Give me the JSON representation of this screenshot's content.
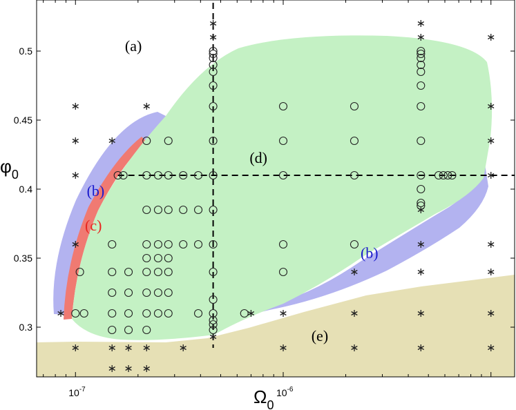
{
  "chart_data": {
    "type": "scatter",
    "title": "",
    "xlabel": "Ω",
    "xlabel_sub": "0",
    "ylabel": "φ",
    "ylabel_sub": "0",
    "x_scale": "log",
    "xlim": [
      6.5e-08,
      1.3e-05
    ],
    "ylim": [
      0.264,
      0.537
    ],
    "grid": false,
    "x_ticks": [
      {
        "value": 1e-07,
        "base": "10",
        "exp": "-7"
      },
      {
        "value": 1e-06,
        "base": "10",
        "exp": "-6"
      }
    ],
    "y_ticks": [
      {
        "value": 0.3,
        "label": "0.3"
      },
      {
        "value": 0.35,
        "label": "0.35"
      },
      {
        "value": 0.4,
        "label": "0.4"
      },
      {
        "value": 0.45,
        "label": "0.45"
      },
      {
        "value": 0.5,
        "label": "0.5"
      }
    ],
    "region_labels": [
      {
        "text": "(a)",
        "x": 1.9e-07,
        "y": 0.5,
        "color": "#000000"
      },
      {
        "text": "(b)",
        "x": 1.25e-07,
        "y": 0.395,
        "color": "#1a1acc"
      },
      {
        "text": "(b)",
        "x": 2.6e-06,
        "y": 0.35,
        "color": "#1a1acc"
      },
      {
        "text": "(c)",
        "x": 1.22e-07,
        "y": 0.37,
        "color": "#e8251f"
      },
      {
        "text": "(d)",
        "x": 7.6e-07,
        "y": 0.419,
        "color": "#000000"
      },
      {
        "text": "(e)",
        "x": 1.5e-06,
        "y": 0.29,
        "color": "#000000"
      }
    ],
    "dashed_lines": [
      {
        "orientation": "vertical",
        "value": 4.6e-07,
        "range": [
          0.285,
          0.535
        ]
      },
      {
        "orientation": "horizontal",
        "value": 0.41,
        "range": [
          1.6e-07,
          1.3e-05
        ]
      }
    ],
    "colors": {
      "region_b": "#b3b3f0",
      "region_c": "#f07a72",
      "region_d": "#c4f1c4",
      "region_e": "#e6e0b5",
      "marker": "#222222"
    },
    "series": [
      {
        "marker": "asterisk",
        "points": [
          [
            8.5e-08,
            0.31
          ],
          [
            1e-07,
            0.46
          ],
          [
            1e-07,
            0.435
          ],
          [
            1e-07,
            0.41
          ],
          [
            1e-07,
            0.36
          ],
          [
            1e-07,
            0.285
          ],
          [
            1.5e-07,
            0.435
          ],
          [
            1.5e-07,
            0.285
          ],
          [
            1.5e-07,
            0.27
          ],
          [
            1.8e-07,
            0.285
          ],
          [
            1.8e-07,
            0.27
          ],
          [
            2.2e-07,
            0.46
          ],
          [
            2.2e-07,
            0.285
          ],
          [
            2.2e-07,
            0.27
          ],
          [
            3.3e-07,
            0.285
          ],
          [
            4.6e-07,
            0.52
          ],
          [
            4.6e-07,
            0.51
          ],
          [
            4.6e-07,
            0.293
          ],
          [
            7e-07,
            0.31
          ],
          [
            1e-06,
            0.31
          ],
          [
            1e-06,
            0.285
          ],
          [
            2.2e-06,
            0.34
          ],
          [
            2.2e-06,
            0.31
          ],
          [
            2.2e-06,
            0.285
          ],
          [
            4.6e-06,
            0.52
          ],
          [
            4.6e-06,
            0.51
          ],
          [
            4.6e-06,
            0.385
          ],
          [
            4.6e-06,
            0.36
          ],
          [
            4.6e-06,
            0.34
          ],
          [
            4.6e-06,
            0.31
          ],
          [
            4.6e-06,
            0.285
          ],
          [
            1e-05,
            0.51
          ],
          [
            1e-05,
            0.46
          ],
          [
            1e-05,
            0.435
          ],
          [
            1e-05,
            0.41
          ],
          [
            1e-05,
            0.36
          ],
          [
            1e-05,
            0.34
          ],
          [
            1e-05,
            0.31
          ],
          [
            1e-05,
            0.285
          ]
        ]
      },
      {
        "marker": "circle",
        "points": [
          [
            1.05e-07,
            0.34
          ],
          [
            1.1e-07,
            0.31
          ],
          [
            1e-07,
            0.31
          ],
          [
            1.5e-07,
            0.36
          ],
          [
            1.5e-07,
            0.34
          ],
          [
            1.5e-07,
            0.325
          ],
          [
            1.5e-07,
            0.31
          ],
          [
            1.5e-07,
            0.298
          ],
          [
            1.6e-07,
            0.41
          ],
          [
            1.7e-07,
            0.41
          ],
          [
            1.8e-07,
            0.34
          ],
          [
            1.8e-07,
            0.325
          ],
          [
            1.8e-07,
            0.31
          ],
          [
            1.8e-07,
            0.298
          ],
          [
            2.2e-07,
            0.435
          ],
          [
            2.2e-07,
            0.41
          ],
          [
            2.2e-07,
            0.385
          ],
          [
            2.2e-07,
            0.36
          ],
          [
            2.2e-07,
            0.35
          ],
          [
            2.2e-07,
            0.34
          ],
          [
            2.2e-07,
            0.325
          ],
          [
            2.2e-07,
            0.31
          ],
          [
            2.2e-07,
            0.298
          ],
          [
            2.5e-07,
            0.41
          ],
          [
            2.5e-07,
            0.385
          ],
          [
            2.5e-07,
            0.36
          ],
          [
            2.5e-07,
            0.35
          ],
          [
            2.5e-07,
            0.34
          ],
          [
            2.5e-07,
            0.325
          ],
          [
            2.5e-07,
            0.31
          ],
          [
            2.8e-07,
            0.435
          ],
          [
            2.8e-07,
            0.41
          ],
          [
            2.8e-07,
            0.385
          ],
          [
            2.8e-07,
            0.36
          ],
          [
            2.8e-07,
            0.35
          ],
          [
            2.8e-07,
            0.34
          ],
          [
            2.8e-07,
            0.325
          ],
          [
            2.8e-07,
            0.31
          ],
          [
            3.3e-07,
            0.41
          ],
          [
            3.3e-07,
            0.385
          ],
          [
            3.3e-07,
            0.36
          ],
          [
            3.9e-07,
            0.41
          ],
          [
            3.9e-07,
            0.385
          ],
          [
            3.9e-07,
            0.36
          ],
          [
            3.9e-07,
            0.31
          ],
          [
            4.6e-07,
            0.5
          ],
          [
            4.6e-07,
            0.498
          ],
          [
            4.6e-07,
            0.495
          ],
          [
            4.6e-07,
            0.49
          ],
          [
            4.6e-07,
            0.485
          ],
          [
            4.6e-07,
            0.475
          ],
          [
            4.6e-07,
            0.46
          ],
          [
            4.6e-07,
            0.435
          ],
          [
            4.6e-07,
            0.41
          ],
          [
            4.6e-07,
            0.385
          ],
          [
            4.6e-07,
            0.36
          ],
          [
            4.6e-07,
            0.34
          ],
          [
            4.6e-07,
            0.32
          ],
          [
            4.6e-07,
            0.31
          ],
          [
            4.6e-07,
            0.305
          ],
          [
            4.6e-07,
            0.302
          ],
          [
            4.6e-07,
            0.298
          ],
          [
            6.5e-07,
            0.31
          ],
          [
            1e-06,
            0.46
          ],
          [
            1e-06,
            0.435
          ],
          [
            1e-06,
            0.41
          ],
          [
            1e-06,
            0.36
          ],
          [
            1e-06,
            0.34
          ],
          [
            2.2e-06,
            0.46
          ],
          [
            2.2e-06,
            0.435
          ],
          [
            2.2e-06,
            0.41
          ],
          [
            2.2e-06,
            0.36
          ],
          [
            4.6e-06,
            0.5
          ],
          [
            4.6e-06,
            0.498
          ],
          [
            4.6e-06,
            0.495
          ],
          [
            4.6e-06,
            0.49
          ],
          [
            4.6e-06,
            0.485
          ],
          [
            4.6e-06,
            0.475
          ],
          [
            4.6e-06,
            0.46
          ],
          [
            4.6e-06,
            0.435
          ],
          [
            4.6e-06,
            0.41
          ],
          [
            4.6e-06,
            0.4
          ],
          [
            4.6e-06,
            0.39
          ],
          [
            4.6e-06,
            0.388
          ],
          [
            5.6e-06,
            0.41
          ],
          [
            5.9e-06,
            0.41
          ],
          [
            6.2e-06,
            0.41
          ],
          [
            6.5e-06,
            0.41
          ]
        ]
      }
    ]
  }
}
